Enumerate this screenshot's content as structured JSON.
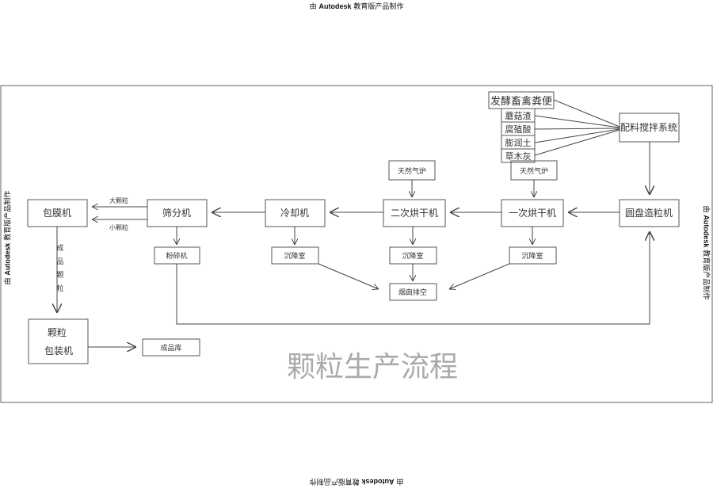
{
  "watermark": {
    "prefix": "由",
    "brand": "Autodesk",
    "suffix": "教育版产品制作"
  },
  "diagram": {
    "title": "颗粒生产流程",
    "materials": {
      "header": "发酵畜禽粪便",
      "items": [
        "蘑菇渣",
        "腐殖酸",
        "膨润土",
        "草木灰"
      ]
    },
    "nodes": {
      "mixing": "配料搅拌系统",
      "granulator": "圆盘造粒机",
      "dryer1": "一次烘干机",
      "dryer2": "二次烘干机",
      "cooler": "冷却机",
      "screener": "筛分机",
      "coating": "包膜机",
      "packaging_line1": "颗粒",
      "packaging_line2": "包装机",
      "crusher": "粉碎机",
      "settling1": "沉降室",
      "settling2": "沉降室",
      "settling3": "沉降室",
      "gas_furnace1": "天然气炉",
      "gas_furnace2": "天然气炉",
      "exhaust": "烟囱排空",
      "warehouse": "成品库"
    },
    "edge_labels": {
      "large_particles": "大颗粒",
      "small_particles": "小颗粒",
      "finished_particles": [
        "成",
        "品",
        "颗",
        "粒"
      ]
    }
  },
  "colors": {
    "line": "#444444",
    "box": "#555555",
    "title": "#aaaaaa"
  }
}
